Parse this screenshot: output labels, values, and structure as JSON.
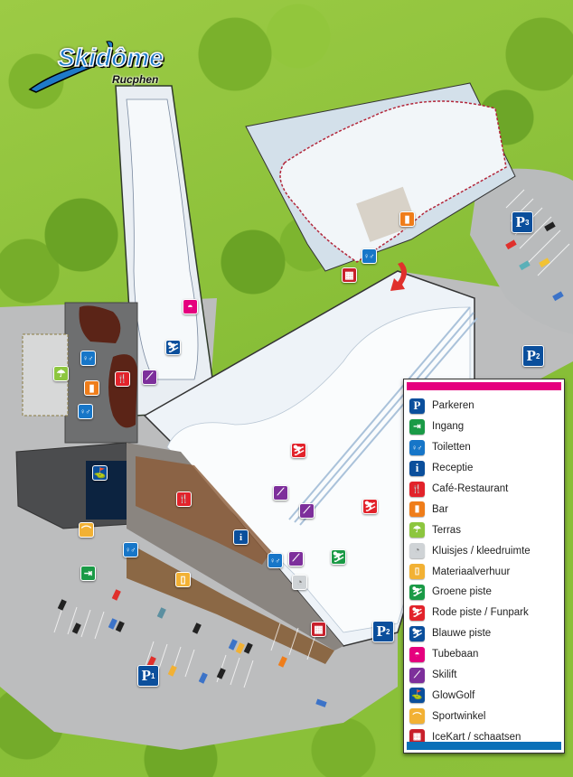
{
  "logo": {
    "title": "Skidôme",
    "subtitle": "Rucphen"
  },
  "colors": {
    "legend_top_bar": "#e5007e",
    "legend_bottom_bar": "#0a70b8",
    "grass": "#8cc13a",
    "snow": "#eef3f8",
    "asphalt": "#b9bbbc",
    "parking": "#0b4f9c",
    "entrance": "#1a9a46",
    "toilets": "#1776c8",
    "info": "#0b4f9c",
    "cafe": "#e2232b",
    "bar": "#ef7d1a",
    "terrace": "#8dc63f",
    "lockers": "#cfd3d6",
    "rental": "#f2b134",
    "green_slope": "#1a9a46",
    "red_slope": "#e2232b",
    "blue_slope": "#0b4f9c",
    "tube": "#e5007e",
    "skilift": "#7d2f9b",
    "glowgolf": "#0b4f9c",
    "shop": "#f2b134",
    "icekart": "#c8202b"
  },
  "legend": {
    "items": [
      {
        "key": "parking",
        "label": "Parkeren",
        "glyph": "P",
        "color": "#0b4f9c"
      },
      {
        "key": "entrance",
        "label": "Ingang",
        "glyph": "⇥",
        "color": "#1a9a46"
      },
      {
        "key": "toilets",
        "label": "Toiletten",
        "glyph": "♀♂",
        "color": "#1776c8"
      },
      {
        "key": "info",
        "label": "Receptie",
        "glyph": "i",
        "color": "#0b4f9c"
      },
      {
        "key": "cafe",
        "label": "Café-Restaurant",
        "glyph": "🍴",
        "color": "#e2232b"
      },
      {
        "key": "bar",
        "label": "Bar",
        "glyph": "▮",
        "color": "#ef7d1a"
      },
      {
        "key": "terrace",
        "label": "Terras",
        "glyph": "☂",
        "color": "#8dc63f"
      },
      {
        "key": "lockers",
        "label": "Kluisjes / kleedruimte",
        "glyph": "◔",
        "color": "#cfd3d6"
      },
      {
        "key": "rental",
        "label": "Materiaalverhuur",
        "glyph": "▯",
        "color": "#f2b134"
      },
      {
        "key": "green",
        "label": "Groene piste",
        "glyph": "⛷",
        "color": "#1a9a46"
      },
      {
        "key": "red",
        "label": "Rode piste / Funpark",
        "glyph": "⛷",
        "color": "#e2232b"
      },
      {
        "key": "blue",
        "label": "Blauwe piste",
        "glyph": "⛷",
        "color": "#0b4f9c"
      },
      {
        "key": "tube",
        "label": "Tubebaan",
        "glyph": "◓",
        "color": "#e5007e"
      },
      {
        "key": "skilift",
        "label": "Skilift",
        "glyph": "⟋",
        "color": "#7d2f9b"
      },
      {
        "key": "glowgolf",
        "label": "GlowGolf",
        "glyph": "⛳",
        "color": "#0b4f9c"
      },
      {
        "key": "shop",
        "label": "Sportwinkel",
        "glyph": "⌒",
        "color": "#f2b134"
      },
      {
        "key": "icekart",
        "label": "IceKart / schaatsen",
        "glyph": "▦",
        "color": "#c8202b"
      }
    ]
  },
  "parking_lots": [
    {
      "label": "P",
      "number": "1"
    },
    {
      "label": "P",
      "number": "2"
    },
    {
      "label": "P",
      "number": "3"
    }
  ]
}
